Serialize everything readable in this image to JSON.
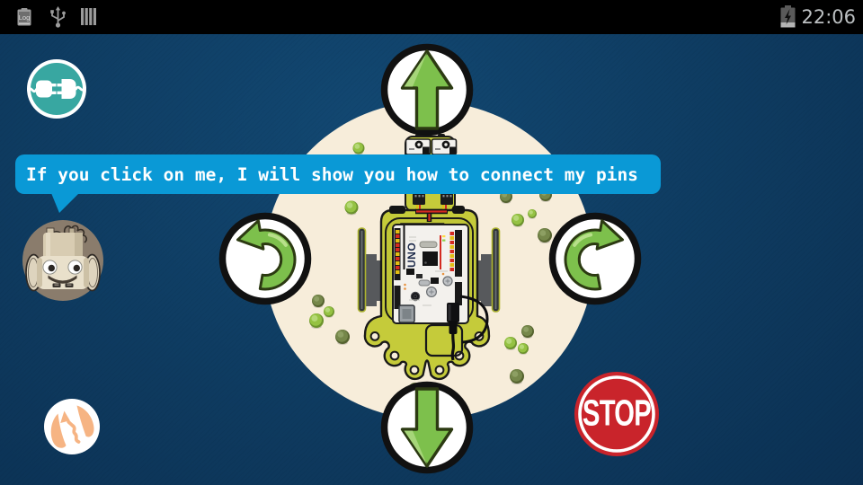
{
  "status_bar": {
    "time": "22:06",
    "log_icon_label": "Log",
    "icons": [
      "log-notification",
      "usb-connected",
      "running-apps",
      "battery-charging"
    ]
  },
  "speech_bubble": {
    "text": "If you click on me, I will show you how to connect my pins"
  },
  "controls": {
    "up_icon": "arrow-up",
    "down_icon": "arrow-down",
    "rotate_left_icon": "curved-arrow-counterclockwise",
    "rotate_right_icon": "curved-arrow-clockwise",
    "stop_label": "STOP"
  },
  "robot": {
    "board_label": "UNO"
  },
  "branding": {
    "logo_icon": "plug-connector",
    "helper_icon": "robot-head",
    "mode_icon": "line-follow-path"
  },
  "colors": {
    "background_navy": "#0f3d63",
    "status_black": "#000000",
    "bubble_blue": "#0a99d6",
    "arena_cream": "#f7edda",
    "chassis_yellow": "#c5cb3a",
    "arrow_green": "#7dc04c",
    "stop_red": "#c9242b",
    "logo_teal": "#38a7a1",
    "mode_orange": "#f6b483",
    "avatar_taupe": "#8a7c6c",
    "status_gray": "#9b9b9b"
  }
}
